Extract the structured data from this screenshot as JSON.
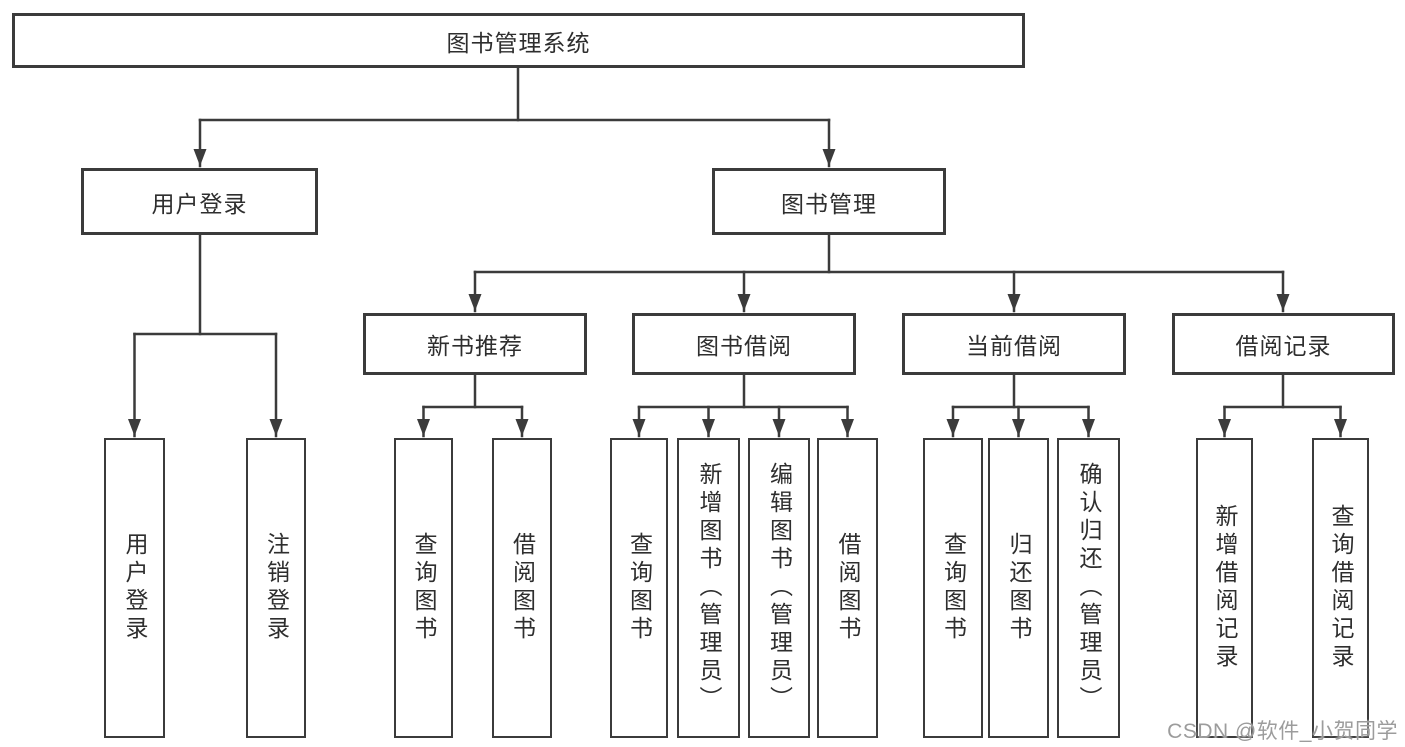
{
  "diagram": {
    "nodes": {
      "root": "图书管理系统",
      "user_login": "用户登录",
      "book_mgmt": "图书管理",
      "new_book_rec": "新书推荐",
      "book_borrow": "图书借阅",
      "current_borrow": "当前借阅",
      "borrow_records": "借阅记录",
      "leaf_user_login": "用户登录",
      "leaf_logout": "注销登录",
      "leaf_rec_query": "查询图书",
      "leaf_rec_borrow": "借阅图书",
      "leaf_bb_query": "查询图书",
      "leaf_bb_add": "新增图书（管理员）",
      "leaf_bb_edit": "编辑图书（管理员）",
      "leaf_bb_borrow": "借阅图书",
      "leaf_cb_query": "查询图书",
      "leaf_cb_return": "归还图书",
      "leaf_cb_confirm": "确认归还（管理员）",
      "leaf_br_add": "新增借阅记录",
      "leaf_br_query": "查询借阅记录"
    }
  },
  "watermark": "CSDN @软件_小贺同学",
  "colors": {
    "line": "#3b3b3b",
    "text": "#2e2e2e",
    "background": "#ffffff",
    "watermark": "#9c9c9c"
  }
}
